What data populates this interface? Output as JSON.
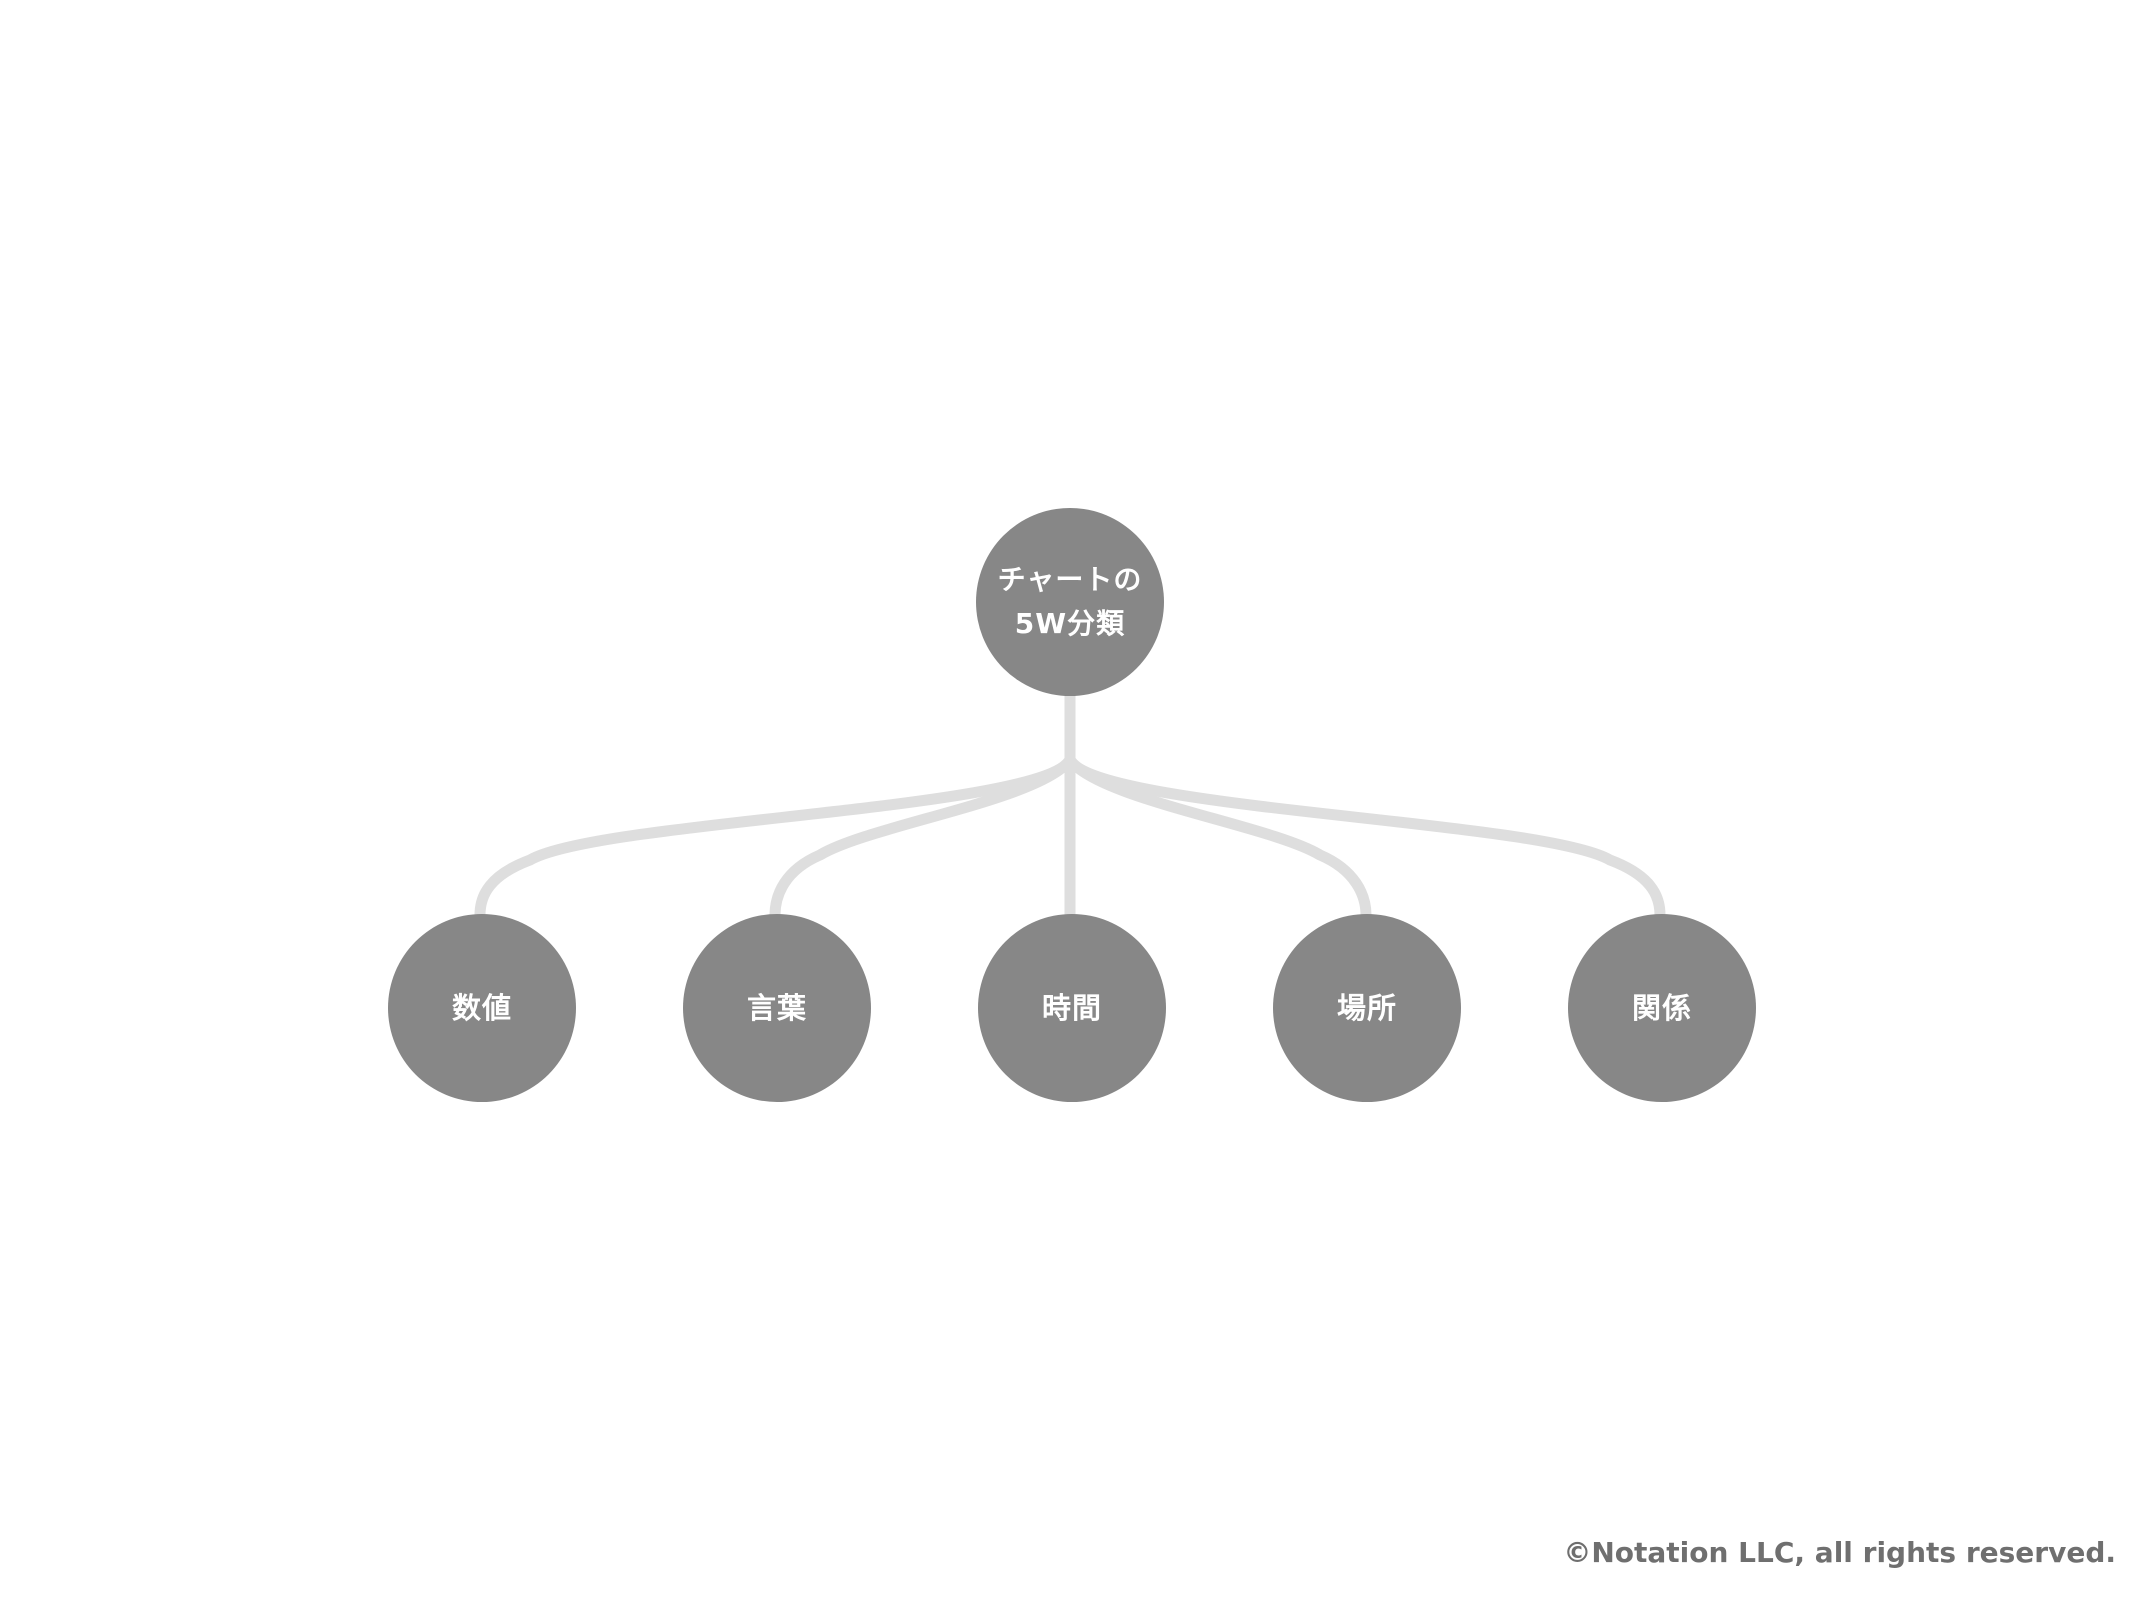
{
  "root": {
    "line1": "チャートの",
    "line2": "5W分類"
  },
  "children": [
    {
      "label": "数値"
    },
    {
      "label": "言葉"
    },
    {
      "label": "時間"
    },
    {
      "label": "場所"
    },
    {
      "label": "関係"
    }
  ],
  "footer": {
    "copyright": "©Notation LLC, all rights reserved."
  },
  "colors": {
    "node_fill": "#878787",
    "connector": "#dedede",
    "node_text": "#ffffff",
    "footer_text": "#6f6f6f",
    "background": "#ffffff"
  }
}
